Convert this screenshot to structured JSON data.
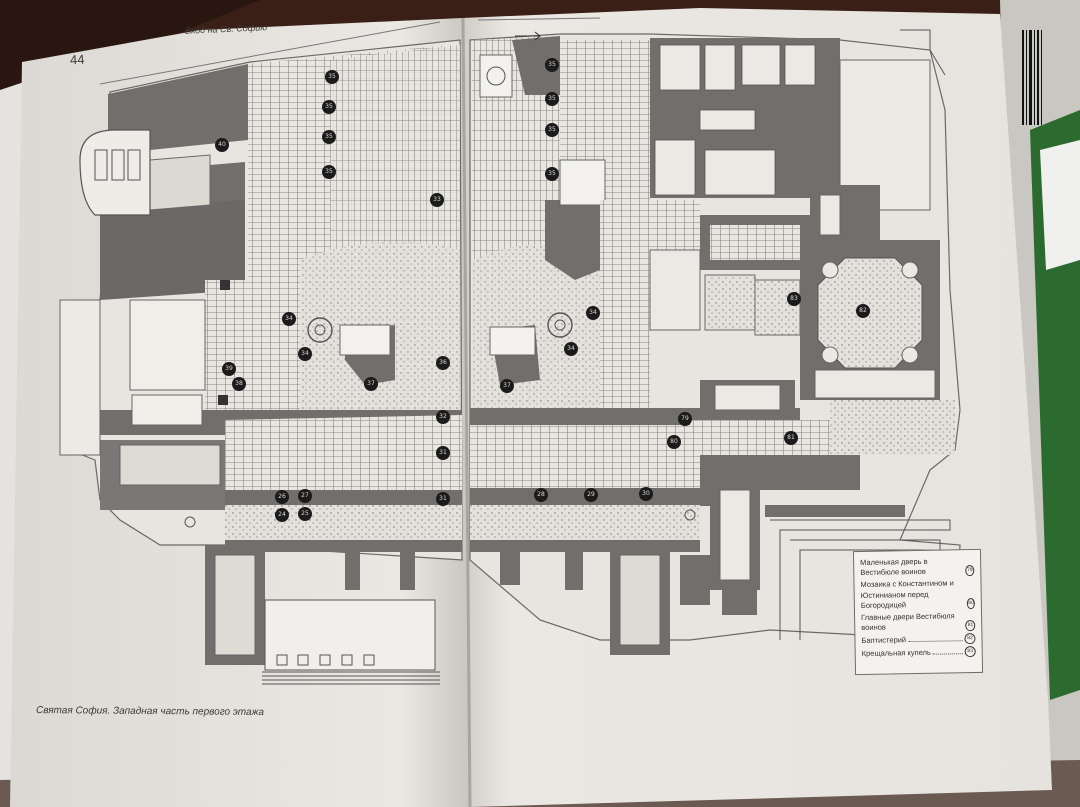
{
  "book": {
    "page_number": "44",
    "running_header": "Вход на Св. Софию",
    "caption": "Святая София. Западная часть первого этажа"
  },
  "legend": {
    "items": [
      {
        "text": "Маленькая дверь в Вестибюле воинов",
        "num": "79"
      },
      {
        "text": "Мозаика с Константином и Юстинианом перед Богородицей",
        "num": "80"
      },
      {
        "text": "Главные двери Вестибюля воинов",
        "num": "81"
      },
      {
        "text": "Баптистерий",
        "num": "82"
      },
      {
        "text": "Крещальная купель",
        "num": "83"
      }
    ]
  },
  "markers": [
    "24",
    "25",
    "26",
    "27",
    "28",
    "29",
    "30",
    "31",
    "32",
    "33",
    "34",
    "35",
    "36",
    "37",
    "38",
    "39",
    "40",
    "79",
    "80",
    "81",
    "82",
    "83"
  ],
  "colors": {
    "paper": "#ebe8e3",
    "ink": "#6b6865",
    "marker": "#1b1b1b",
    "table": "#3a1f17"
  }
}
